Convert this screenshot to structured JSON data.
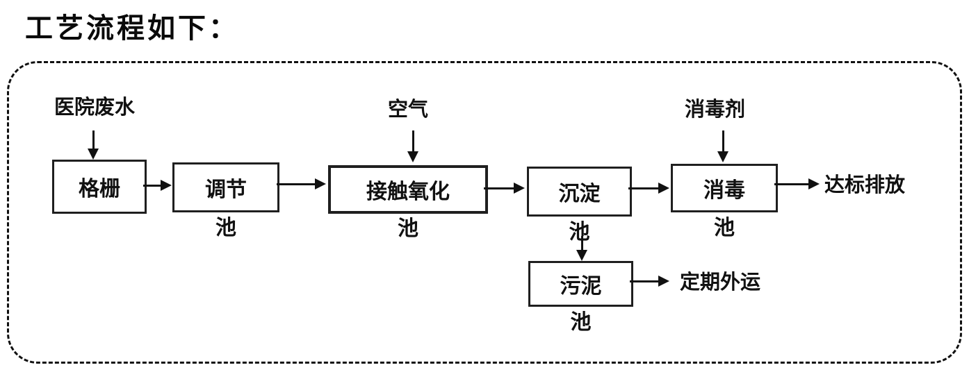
{
  "title": "工艺流程如下：",
  "labels": {
    "hospital_wastewater": "医院废水",
    "air": "空气",
    "disinfectant": "消毒剂",
    "discharge": "达标排放",
    "sludge_transport": "定期外运"
  },
  "boxes": {
    "grid": {
      "line1": "格栅",
      "line2": ""
    },
    "regulation": {
      "line1": "调节",
      "line2": "池"
    },
    "contact_oxidation": {
      "line1": "接触氧化",
      "line2": "池"
    },
    "sedimentation": {
      "line1": "沉淀",
      "line2": "池"
    },
    "disinfection": {
      "line1": "消毒",
      "line2": "池"
    },
    "sludge": {
      "line1": "污泥",
      "line2": "池"
    }
  },
  "colors": {
    "line": "#111111",
    "background": "#ffffff"
  }
}
